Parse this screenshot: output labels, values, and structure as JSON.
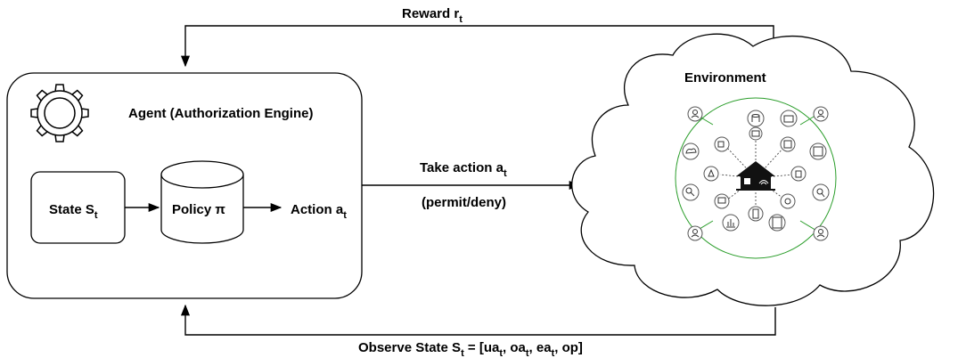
{
  "labels": {
    "reward": "Reward r",
    "reward_sub": "t",
    "agent_title": "Agent (Authorization Engine)",
    "state": "State S",
    "state_sub": "t",
    "policy": "Policy π",
    "action": "Action a",
    "action_sub": "t",
    "take_action": "Take action a",
    "take_action_sub": "t",
    "permit_deny": "(permit/deny)",
    "environment": "Environment",
    "observe_prefix": "Observe State S",
    "observe_sub1": "t",
    "observe_mid1": " = [ua",
    "observe_sub2": "t",
    "observe_mid2": ", oa",
    "observe_sub3": "t",
    "observe_mid3": ", ea",
    "observe_sub4": "t",
    "observe_end": ", op]"
  },
  "icons": {
    "agent": "gear-icon",
    "hub": "smart-home-icon",
    "devices": [
      "database-icon",
      "folder-icon",
      "camera-icon",
      "video-camera-icon",
      "doorbell-icon",
      "smart-lock-icon",
      "wifi-speaker-icon",
      "search-icon",
      "fingerprint-icon",
      "thermostat-icon",
      "bar-chart-icon",
      "tablet-icon",
      "cloud-icon",
      "person-icon",
      "alarm-icon",
      "laptop-icon",
      "calendar-icon",
      "phone-icon"
    ]
  }
}
